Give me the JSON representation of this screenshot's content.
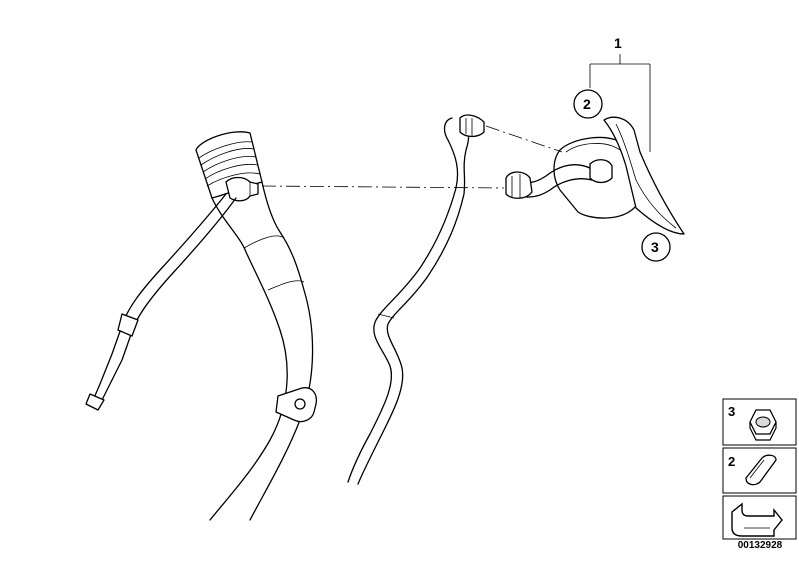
{
  "callouts": {
    "c1": "1",
    "c2": "2",
    "c3": "3"
  },
  "legend": {
    "item_a": "3",
    "item_b": "2"
  },
  "diagram_code": "00132928",
  "colors": {
    "line": "#000000",
    "background": "#ffffff",
    "shade": "#d9d9d9"
  }
}
